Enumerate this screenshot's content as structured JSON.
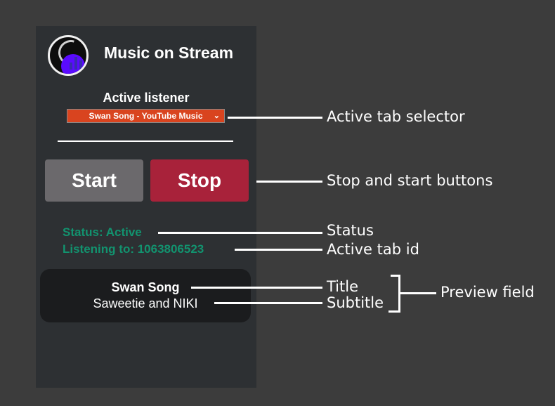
{
  "app": {
    "title": "Music on Stream",
    "logo_icon": "obs-music-logo-icon"
  },
  "listener": {
    "label": "Active listener",
    "selected_tab": "Swan Song - YouTube Music",
    "select_icon": "chevron-down-icon",
    "select_color": "#d9441f"
  },
  "buttons": {
    "start_label": "Start",
    "stop_label": "Stop",
    "start_color": "#6b696c",
    "stop_color": "#a8223a"
  },
  "status": {
    "status_text": "Status: Active",
    "listening_text": "Listening to: 1063806523",
    "color": "#12936f"
  },
  "preview": {
    "title": "Swan Song",
    "subtitle": "Saweetie and NIKI"
  },
  "annotations": {
    "selector": "Active tab selector",
    "buttons": "Stop and start buttons",
    "status": "Status",
    "tab_id": "Active tab id",
    "title": "Title",
    "subtitle": "Subtitle",
    "preview_field": "Preview field"
  }
}
